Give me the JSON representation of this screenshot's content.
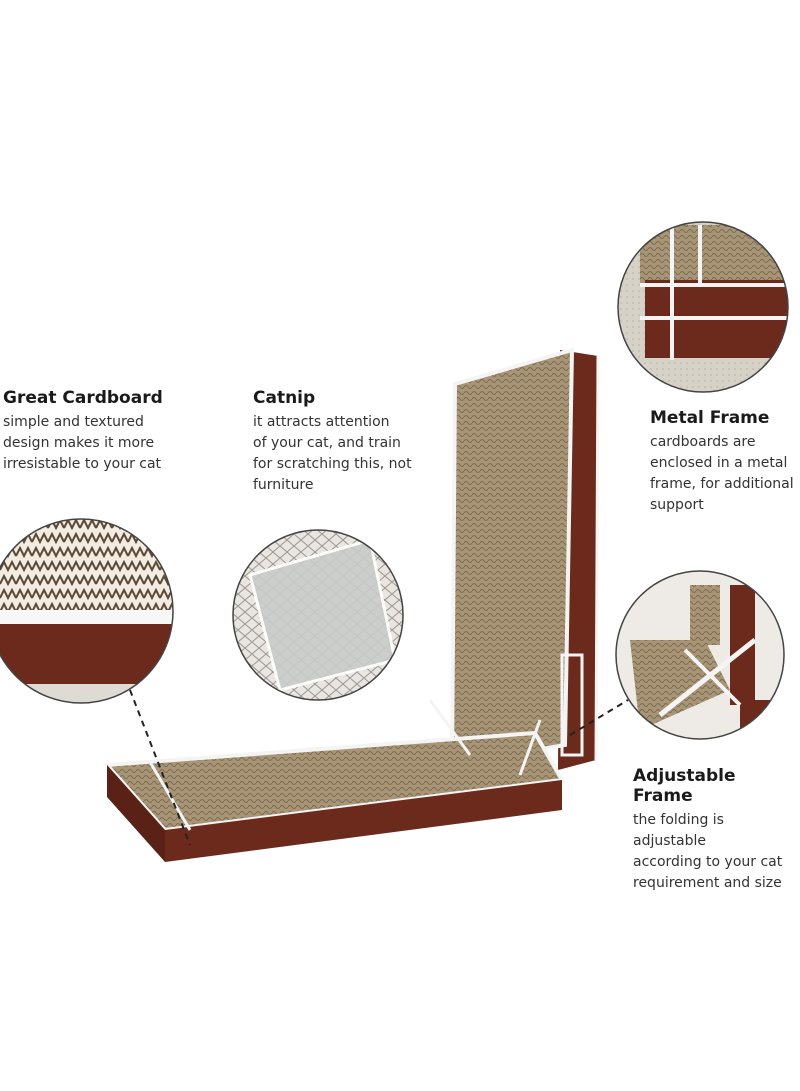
{
  "features": {
    "cardboard": {
      "title": "Great Cardboard",
      "lines": [
        "simple and textured",
        "design makes it more",
        "irresistable to your cat"
      ]
    },
    "catnip": {
      "title": "Catnip",
      "lines": [
        "it attracts attention",
        "of your cat, and train",
        "for scratching this, not",
        "furniture"
      ]
    },
    "metal": {
      "title": "Metal Frame",
      "lines": [
        "cardboards are",
        "enclosed in a metal",
        "frame, for additional",
        "support"
      ]
    },
    "adjustable": {
      "title": "Adjustable Frame",
      "lines": [
        "the folding is adjustable",
        "according to your cat",
        "requirement and size"
      ]
    }
  },
  "colors": {
    "cardboard": "#9c8a6c",
    "wood": "#6b2a1c",
    "frame": "#f4f4f4",
    "text": "#222222"
  }
}
